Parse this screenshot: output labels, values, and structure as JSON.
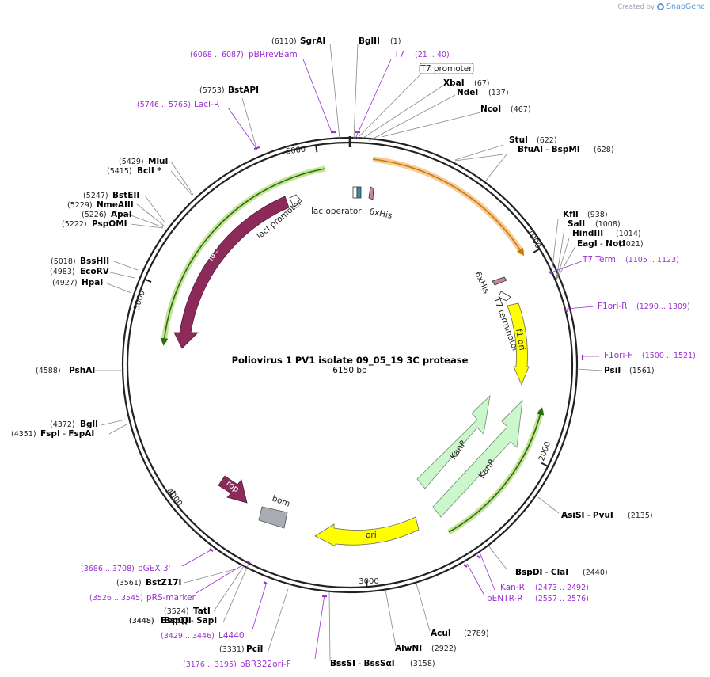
{
  "branding": {
    "created_by": "Created by",
    "app": "SnapGene"
  },
  "map": {
    "title": "Poliovirus 1 PV1 isolate 09_05_19 3C protease",
    "length_label": "6150 bp",
    "total_bp": 6150,
    "ticks": [
      "1000",
      "2000",
      "3000",
      "4000",
      "5000",
      "6000"
    ]
  },
  "features": [
    {
      "name": "T7 promoter",
      "boxed": true
    },
    {
      "name": "lac operator"
    },
    {
      "name": "6xHis",
      "id": "his1"
    },
    {
      "name": "6xHis",
      "id": "his2"
    },
    {
      "name": "T7 terminator"
    },
    {
      "name": "f1 ori"
    },
    {
      "name": "KanR",
      "id": "kan1"
    },
    {
      "name": "KanR",
      "id": "kan2"
    },
    {
      "name": "ori"
    },
    {
      "name": "bom"
    },
    {
      "name": "rop"
    },
    {
      "name": "lacI"
    },
    {
      "name": "lacI promoter"
    }
  ],
  "sites": [
    {
      "name": "SgrAI",
      "pos": "(6110)"
    },
    {
      "name": "BglII",
      "pos": "(1)"
    },
    {
      "name": "XbaI",
      "pos": "(67)"
    },
    {
      "name": "NdeI",
      "pos": "(137)"
    },
    {
      "name": "NcoI",
      "pos": "(467)"
    },
    {
      "name": "StuI",
      "pos": "(622)"
    },
    {
      "name": "BfuAI",
      "pos": "(628)",
      "alt": "BspMI"
    },
    {
      "name": "KflI",
      "pos": "(938)"
    },
    {
      "name": "SalI",
      "pos": "(1008)"
    },
    {
      "name": "HindIII",
      "pos": "(1014)"
    },
    {
      "name": "EagI",
      "pos": "(1021)",
      "alt": "NotI"
    },
    {
      "name": "PsiI",
      "pos": "(1561)"
    },
    {
      "name": "AsiSI",
      "pos": "(2135)",
      "alt": "PvuI"
    },
    {
      "name": "BspDI",
      "pos": "(2440)",
      "alt": "ClaI"
    },
    {
      "name": "AcuI",
      "pos": "(2789)"
    },
    {
      "name": "AlwNI",
      "pos": "(2922)"
    },
    {
      "name": "BssSI",
      "pos": "(3158)",
      "alt": "BssSαI"
    },
    {
      "name": "PciI",
      "pos": "(3331)"
    },
    {
      "name": "BspQI",
      "pos": "(3448)",
      "alt": "SapI"
    },
    {
      "name": "TatI",
      "pos": "(3524)"
    },
    {
      "name": "BstZ17I",
      "pos": "(3561)"
    },
    {
      "name": "FspI",
      "pos": "(4351)",
      "alt": "FspAI"
    },
    {
      "name": "BglI",
      "pos": "(4372)"
    },
    {
      "name": "PshAI",
      "pos": "(4588)"
    },
    {
      "name": "HpaI",
      "pos": "(4927)"
    },
    {
      "name": "EcoRV",
      "pos": "(4983)"
    },
    {
      "name": "BssHII",
      "pos": "(5018)"
    },
    {
      "name": "PspOMI",
      "pos": "(5222)"
    },
    {
      "name": "ApaI",
      "pos": "(5226)"
    },
    {
      "name": "NmeAIII",
      "pos": "(5229)"
    },
    {
      "name": "BstEII",
      "pos": "(5247)"
    },
    {
      "name": "BclI *",
      "pos": "(5415)"
    },
    {
      "name": "MluI",
      "pos": "(5429)"
    },
    {
      "name": "BstAPI",
      "pos": "(5753)"
    }
  ],
  "primers": [
    {
      "name": "pBRrevBam",
      "range": "(6068 .. 6087)"
    },
    {
      "name": "T7",
      "range": "(21 .. 40)"
    },
    {
      "name": "LacI-R",
      "range": "(5746 .. 5765)"
    },
    {
      "name": "T7 Term",
      "range": "(1105 .. 1123)"
    },
    {
      "name": "F1ori-R",
      "range": "(1290 .. 1309)"
    },
    {
      "name": "F1ori-F",
      "range": "(1500 .. 1521)"
    },
    {
      "name": "Kan-R",
      "range": "(2473 .. 2492)"
    },
    {
      "name": "pENTR-R",
      "range": "(2557 .. 2576)"
    },
    {
      "name": "pBR322ori-F",
      "range": "(3176 .. 3195)"
    },
    {
      "name": "L4440",
      "range": "(3429 .. 3446)"
    },
    {
      "name": "pRS-marker",
      "range": "(3526 .. 3545)"
    },
    {
      "name": "pGEX 3'",
      "range": "(3686 .. 3708)"
    }
  ],
  "colors": {
    "backbone": "#222222",
    "lacI": "#8c2a5a",
    "kanR": "#ccf7cc",
    "ori": "#ffff00",
    "bom": "#a9adb3",
    "primer": "#9b2fd1",
    "orange_hl": "#f6c27f",
    "green_hl": "#9bd34e"
  }
}
